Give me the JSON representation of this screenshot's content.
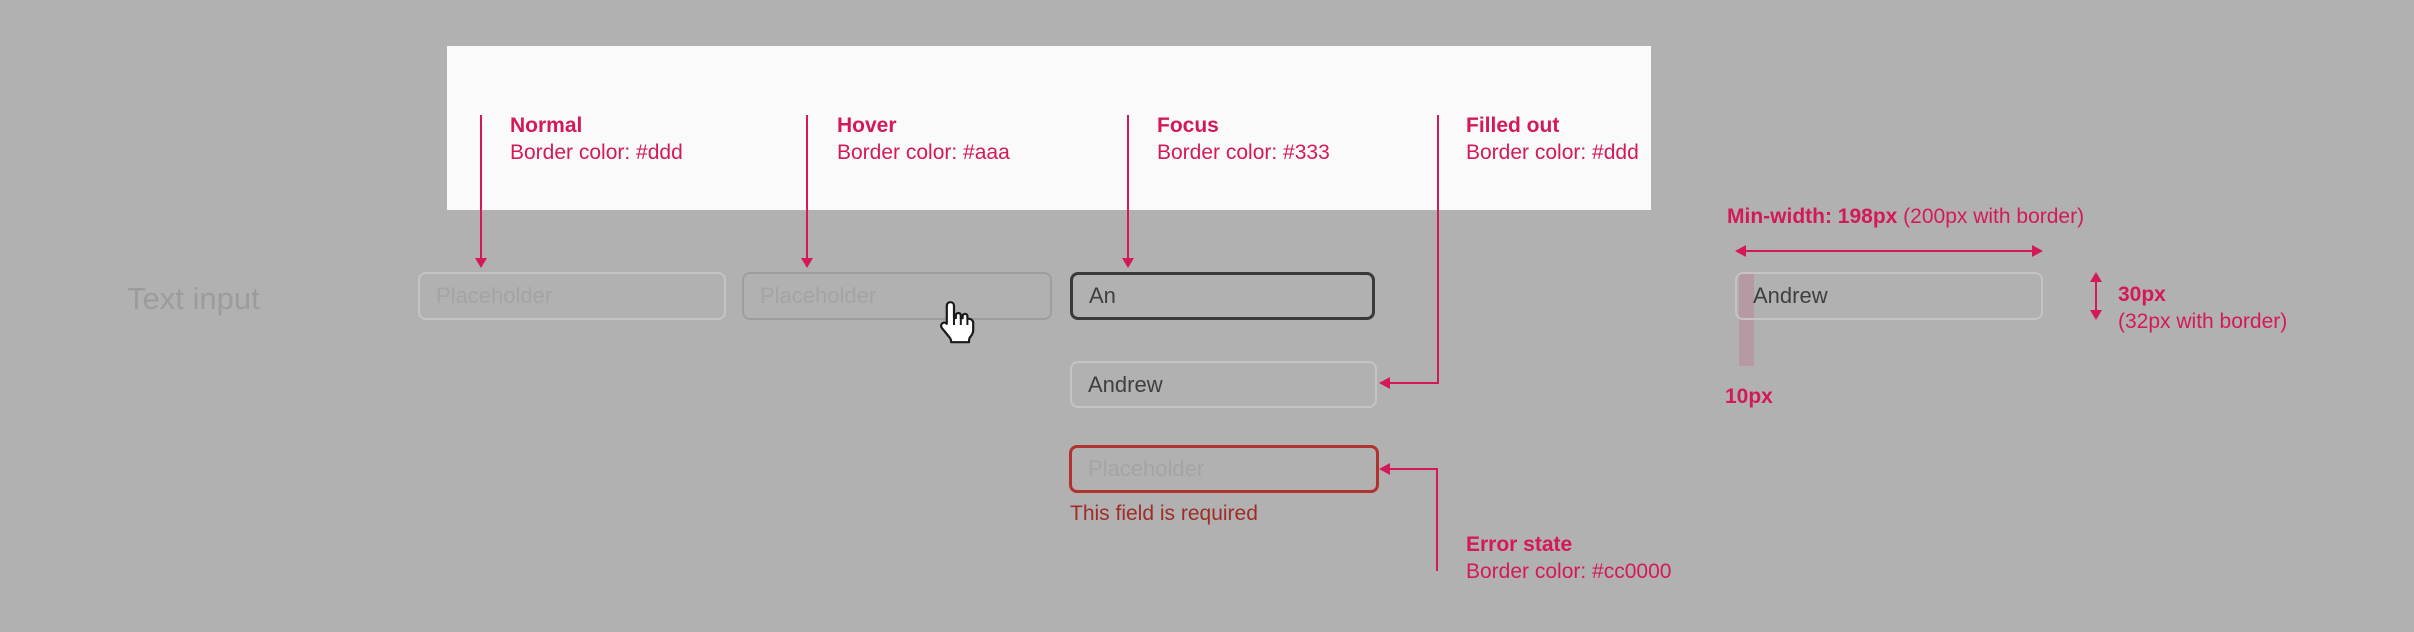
{
  "page": {
    "component_label": "Text input"
  },
  "panel_states": [
    {
      "title": "Normal",
      "subtitle": "Border color: #ddd"
    },
    {
      "title": "Hover",
      "subtitle": "Border color: #aaa"
    },
    {
      "title": "Focus",
      "subtitle": "Border color: #333"
    },
    {
      "title": "Filled out",
      "subtitle": "Border color: #ddd"
    }
  ],
  "inputs": {
    "normal": {
      "placeholder": "Placeholder"
    },
    "hover": {
      "placeholder": "Placeholder"
    },
    "focus": {
      "value": "An"
    },
    "filled": {
      "value": "Andrew"
    },
    "error": {
      "placeholder": "Placeholder",
      "message": "This field is required"
    },
    "spec": {
      "value": "Andrew"
    }
  },
  "error_note": {
    "title": "Error state",
    "subtitle": "Border color: #cc0000"
  },
  "metrics": {
    "min_width_bold": "Min-width: 198px",
    "min_width_rest": " (200px with border)",
    "height_bold": "30px",
    "height_rest": "(32px with border)",
    "padding_label": "10px"
  },
  "icons": {
    "hover_cursor": "hand-pointer-icon"
  },
  "colors": {
    "accent_pink": "#d4195a",
    "error_red": "#cc0000",
    "canvas_gray": "#b1b1b1",
    "panel_white": "#fafafa",
    "border_normal": "#ddd",
    "border_hover": "#aaa",
    "border_focus": "#333"
  }
}
